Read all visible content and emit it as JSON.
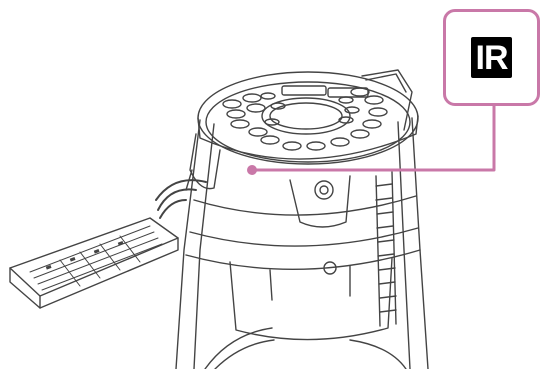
{
  "callout": {
    "symbol": "IR",
    "accent_color": "#c978a8"
  },
  "illustration": {
    "subject": "speaker-unit-top",
    "remote": "remote-control",
    "signal": "infrared-waves",
    "sensor": "ir-remote-sensor"
  }
}
